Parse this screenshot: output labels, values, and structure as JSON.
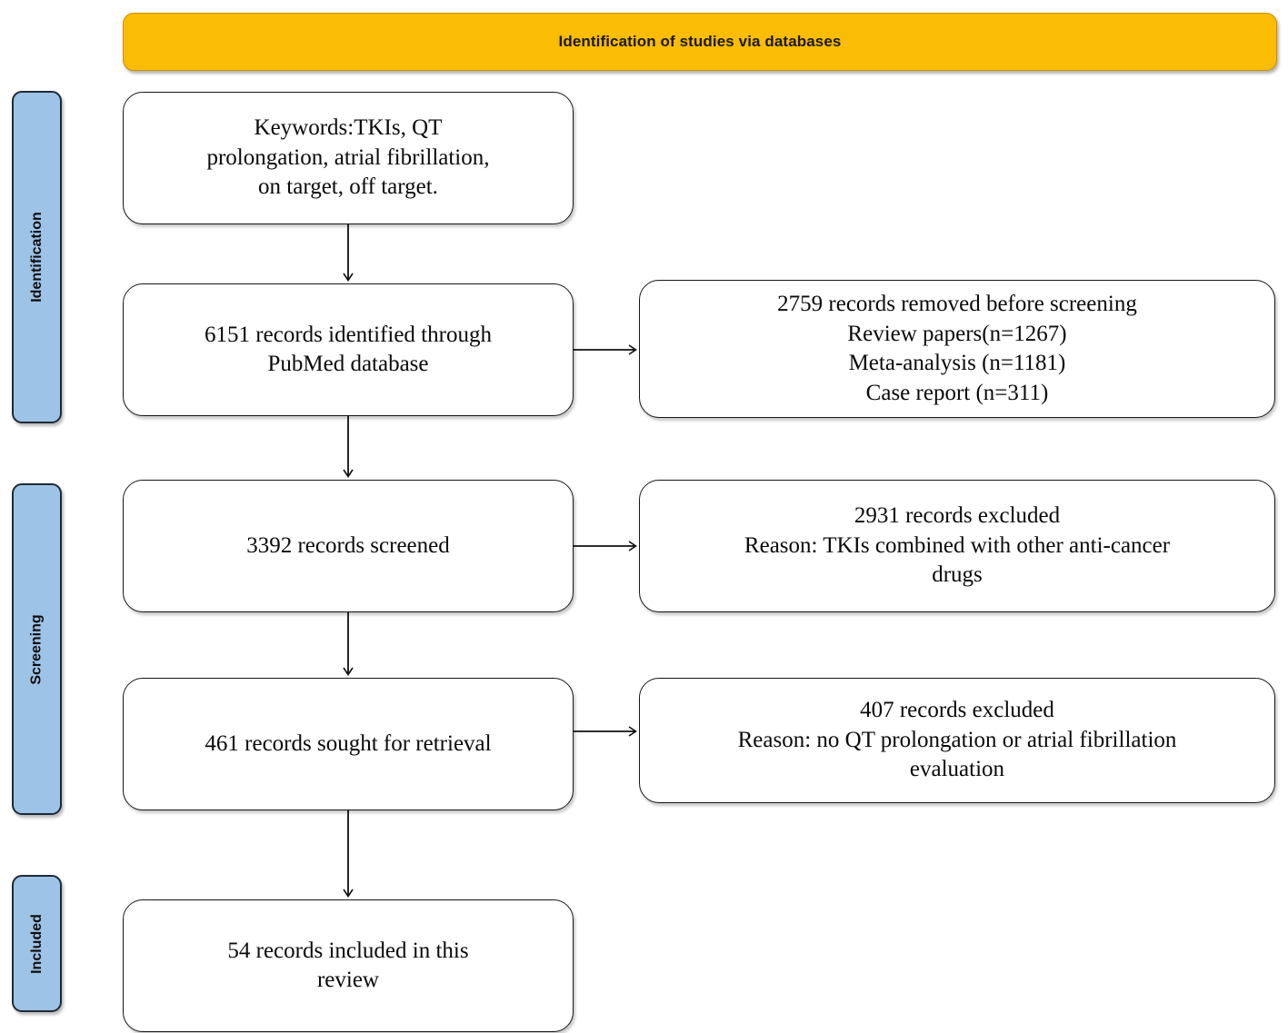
{
  "banner": {
    "title": "Identification of studies via databases",
    "color": "#FBBC04"
  },
  "stages": [
    {
      "label": "Identification",
      "color": "#9DC3E6"
    },
    {
      "label": "Screening",
      "color": "#9DC3E6"
    },
    {
      "label": "Included",
      "color": "#9DC3E6"
    }
  ],
  "flow": {
    "keywords": "Keywords:TKIs, QT\nprolongation, atrial fibrillation,\non target, off target.",
    "identified": "6151 records identified through\nPubMed database",
    "removed": "2759 records removed before screening\nReview papers(n=1267)\nMeta-analysis (n=1181)\nCase report (n=311)",
    "screened": "3392 records screened",
    "excluded_screening": "2931 records excluded\nReason: TKIs combined with other anti-cancer\ndrugs",
    "sought": "461 records sought for retrieval",
    "excluded_retrieval": "407 records excluded\nReason: no QT prolongation or atrial fibrillation\nevaluation",
    "included": "54 records included in this\nreview"
  },
  "chart_data": {
    "type": "diagram",
    "title": "PRISMA flow diagram - Identification of studies via databases",
    "stages": [
      "Identification",
      "Screening",
      "Included"
    ],
    "nodes": [
      {
        "id": "keywords",
        "stage": "Identification",
        "column": "left",
        "text": "Keywords:TKIs, QT prolongation, atrial fibrillation, on target, off target."
      },
      {
        "id": "identified",
        "stage": "Identification",
        "column": "left",
        "count": 6151,
        "text": "6151 records identified through PubMed database"
      },
      {
        "id": "removed",
        "stage": "Identification",
        "column": "right",
        "count": 2759,
        "text": "2759 records removed before screening",
        "breakdown": [
          {
            "label": "Review papers",
            "n": 1267
          },
          {
            "label": "Meta-analysis",
            "n": 1181
          },
          {
            "label": "Case report",
            "n": 311
          }
        ]
      },
      {
        "id": "screened",
        "stage": "Screening",
        "column": "left",
        "count": 3392,
        "text": "3392 records screened"
      },
      {
        "id": "excluded_screening",
        "stage": "Screening",
        "column": "right",
        "count": 2931,
        "reason": "TKIs combined with other anti-cancer drugs"
      },
      {
        "id": "sought",
        "stage": "Screening",
        "column": "left",
        "count": 461,
        "text": "461 records sought for retrieval"
      },
      {
        "id": "excluded_retrieval",
        "stage": "Screening",
        "column": "right",
        "count": 407,
        "reason": "no QT prolongation or atrial fibrillation evaluation"
      },
      {
        "id": "included",
        "stage": "Included",
        "column": "left",
        "count": 54,
        "text": "54 records included in this review"
      }
    ],
    "edges": [
      {
        "from": "keywords",
        "to": "identified",
        "direction": "down"
      },
      {
        "from": "identified",
        "to": "removed",
        "direction": "right"
      },
      {
        "from": "identified",
        "to": "screened",
        "direction": "down"
      },
      {
        "from": "screened",
        "to": "excluded_screening",
        "direction": "right"
      },
      {
        "from": "screened",
        "to": "sought",
        "direction": "down"
      },
      {
        "from": "sought",
        "to": "excluded_retrieval",
        "direction": "right"
      },
      {
        "from": "sought",
        "to": "included",
        "direction": "down"
      }
    ]
  }
}
